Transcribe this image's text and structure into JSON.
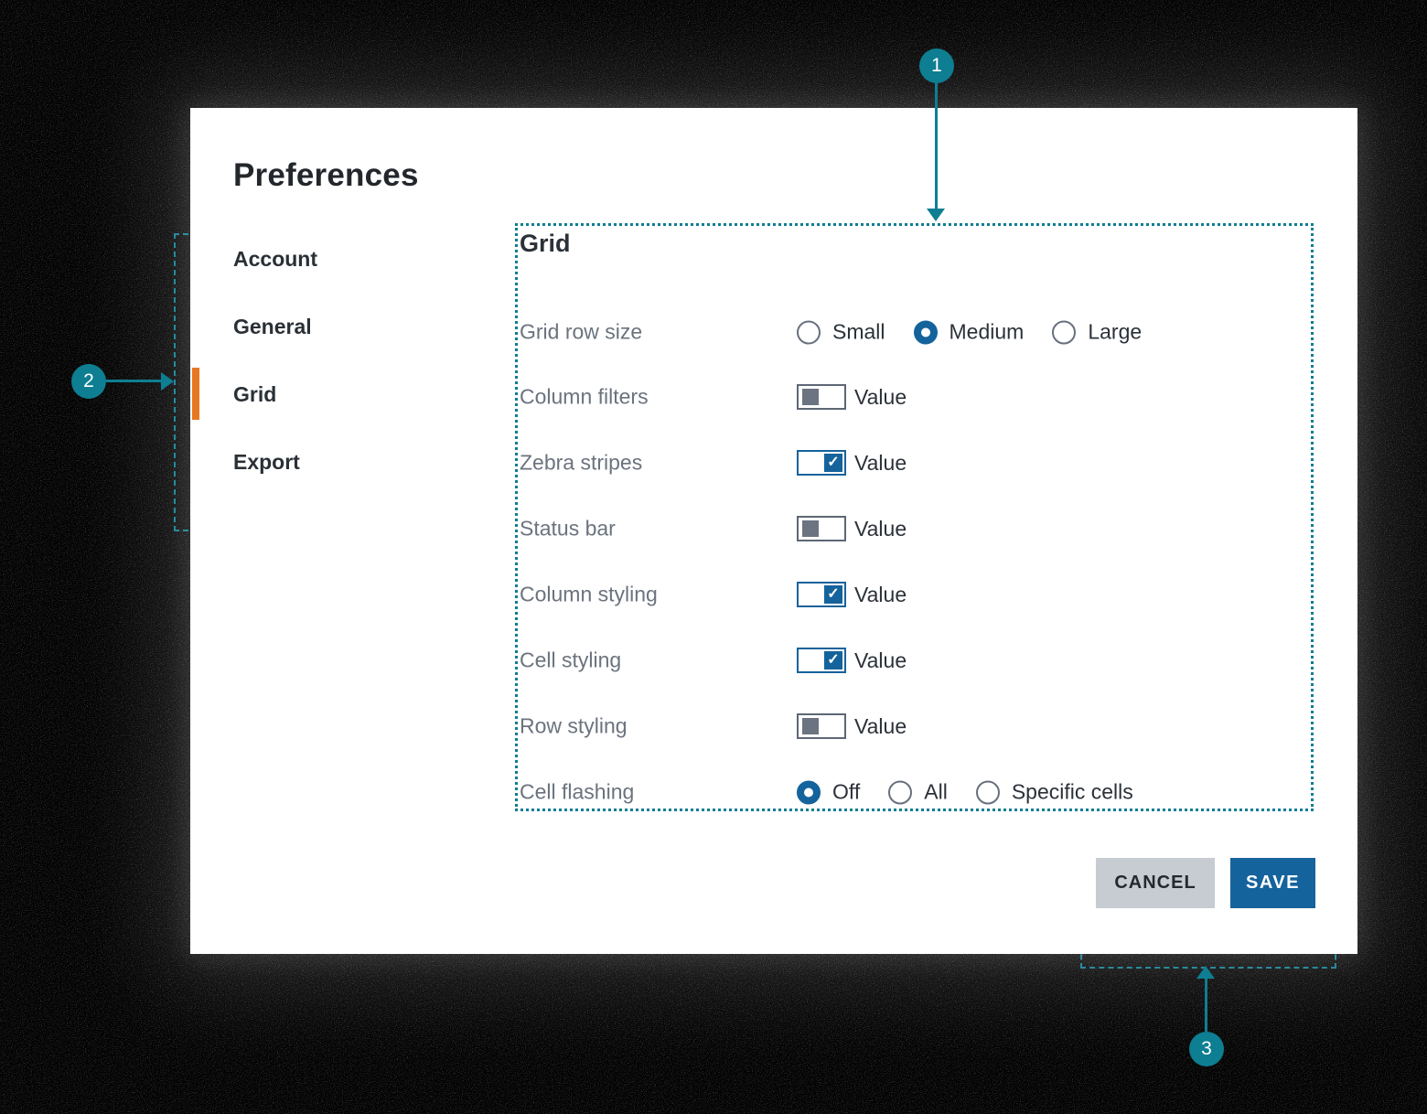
{
  "title": "Preferences",
  "colors": {
    "page_bg": "#000000",
    "card_bg": "#ffffff",
    "accent_blue": "#15639c",
    "teal": "#0e7e92",
    "orange": "#e87722",
    "title_text": "#23272c",
    "sidebar_text": "#2a3036",
    "text_dark": "#2b3138",
    "label_gray": "#6b737e",
    "cancel_bg": "#c7ccd3",
    "cancel_text": "#24292f",
    "toggle_border": "#5d6775",
    "toggle_knob": "#6b7480",
    "radio_border": "#67707e"
  },
  "sidebar": {
    "items": [
      {
        "label": "Account",
        "active": false
      },
      {
        "label": "General",
        "active": false
      },
      {
        "label": "Grid",
        "active": true
      },
      {
        "label": "Export",
        "active": false
      }
    ]
  },
  "panel": {
    "heading": "Grid",
    "rows": [
      {
        "label": "Grid row size",
        "type": "radio-group",
        "options": [
          {
            "label": "Small",
            "selected": false
          },
          {
            "label": "Medium",
            "selected": true
          },
          {
            "label": "Large",
            "selected": false
          }
        ]
      },
      {
        "label": "Column filters",
        "type": "toggle",
        "checked": false,
        "value_label": "Value"
      },
      {
        "label": "Zebra stripes",
        "type": "toggle",
        "checked": true,
        "value_label": "Value"
      },
      {
        "label": "Status bar",
        "type": "toggle",
        "checked": false,
        "value_label": "Value"
      },
      {
        "label": "Column styling",
        "type": "toggle",
        "checked": true,
        "value_label": "Value"
      },
      {
        "label": "Cell styling",
        "type": "toggle",
        "checked": true,
        "value_label": "Value"
      },
      {
        "label": "Row styling",
        "type": "toggle",
        "checked": false,
        "value_label": "Value"
      },
      {
        "label": "Cell flashing",
        "type": "radio-group",
        "options": [
          {
            "label": "Off",
            "selected": true
          },
          {
            "label": "All",
            "selected": false
          },
          {
            "label": "Specific cells",
            "selected": false
          }
        ]
      }
    ],
    "checkmark_glyph": "✓"
  },
  "footer": {
    "cancel_label": "CANCEL",
    "save_label": "SAVE"
  },
  "annotations": {
    "markers": [
      "1",
      "2",
      "3"
    ]
  }
}
